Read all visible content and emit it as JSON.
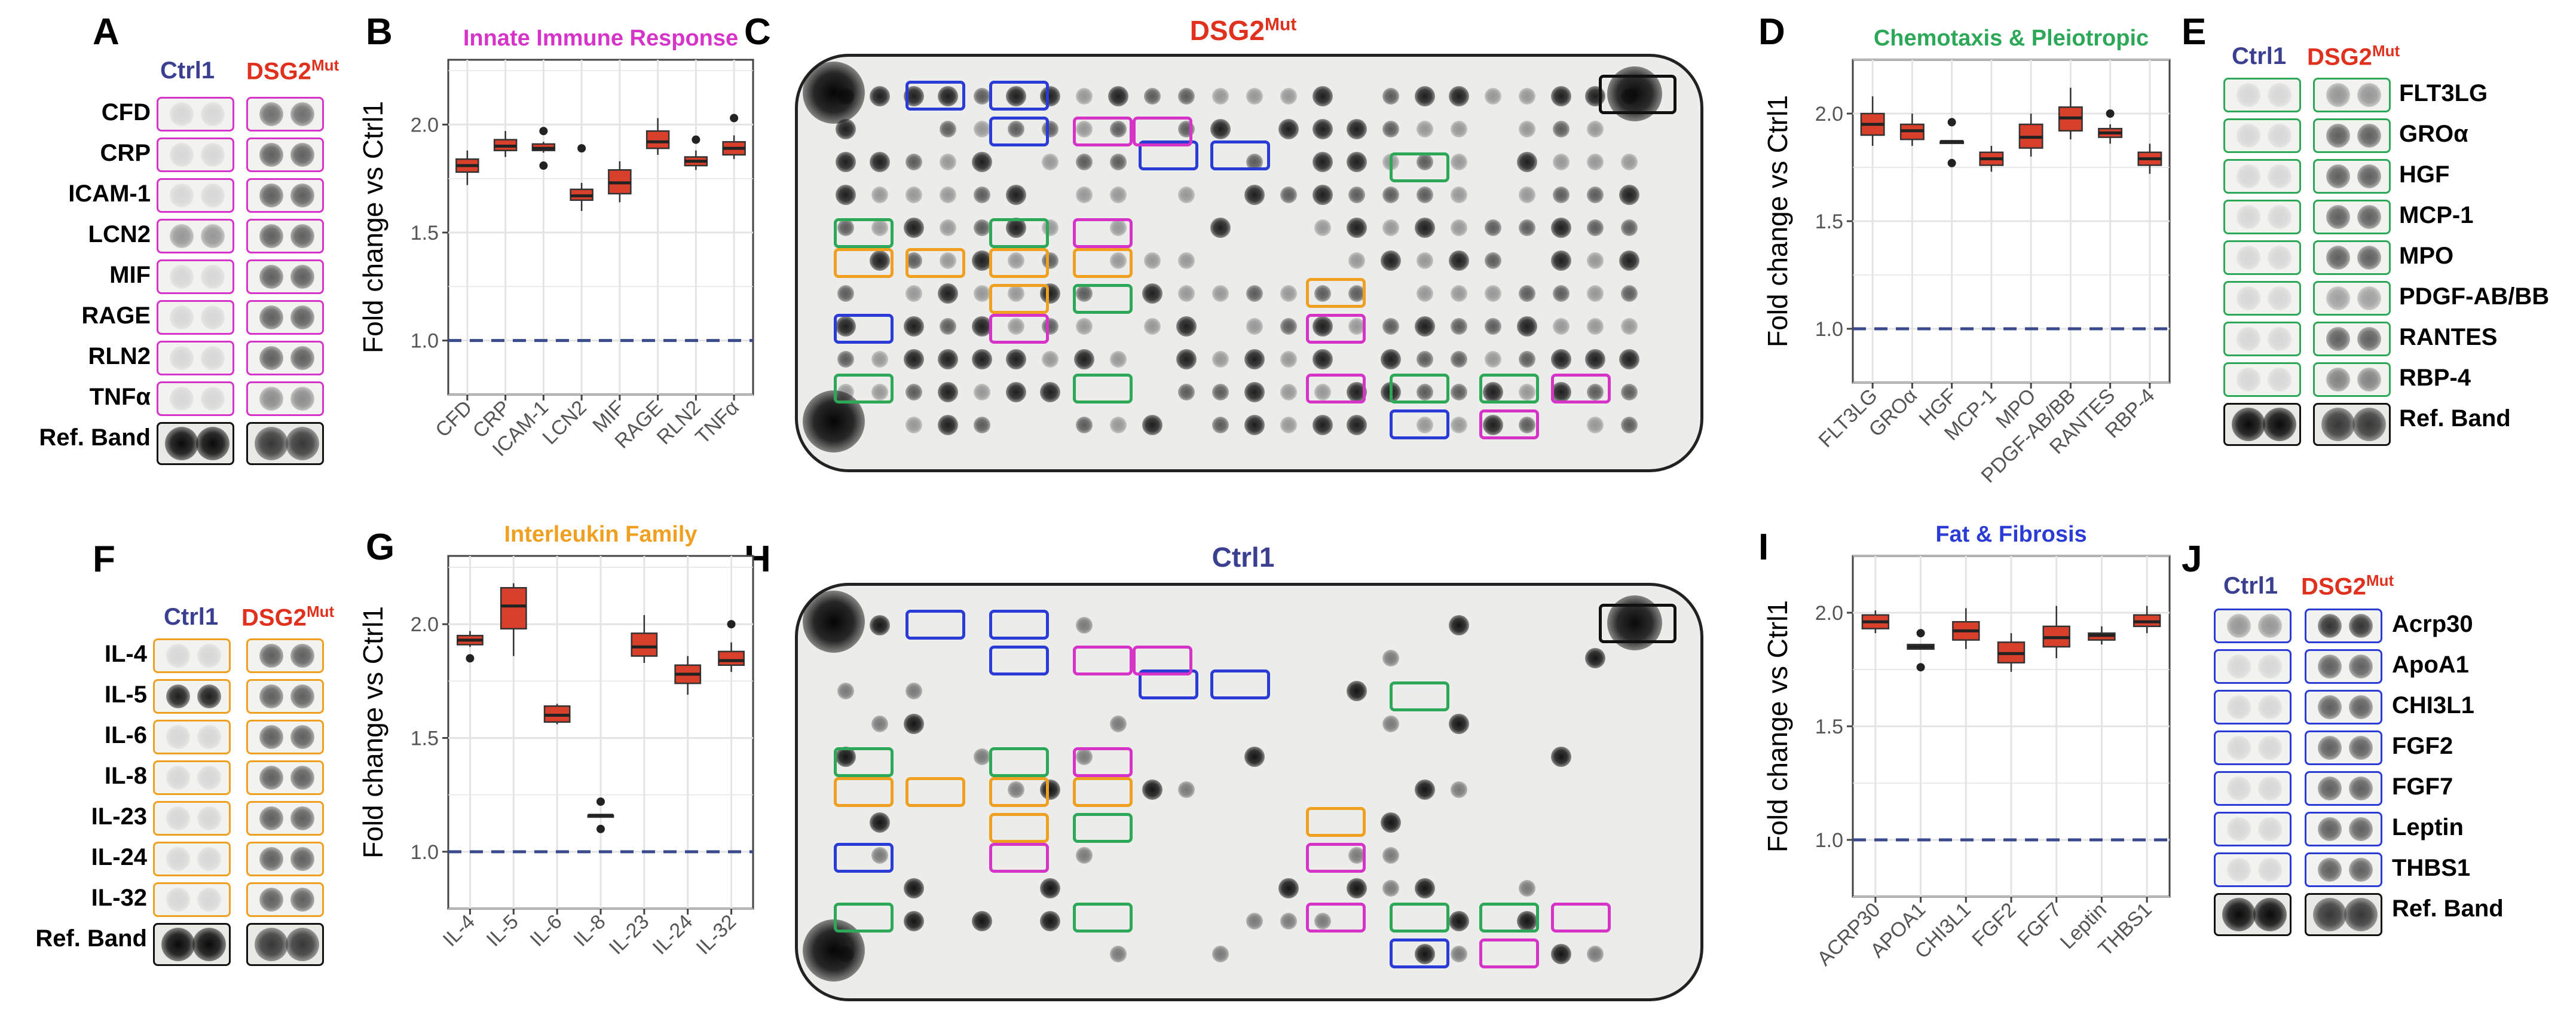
{
  "colors": {
    "ctrl": "#3b3f8f",
    "mut": "#e0301e",
    "innate": "#d633c9",
    "chemo": "#2ca858",
    "interleukin": "#f0a020",
    "fat": "#2b3bd6",
    "box_fill": "#d9402b",
    "dashed": "#3b4a8c"
  },
  "labels": {
    "ctrl": "Ctrl1",
    "mut_base": "DSG2",
    "mut_sup": "Mut",
    "ref_band": "Ref. Band"
  },
  "panels": {
    "A": {
      "letter": "A",
      "rows": [
        "CFD",
        "CRP",
        "ICAM-1",
        "LCN2",
        "MIF",
        "RAGE",
        "RLN2",
        "TNFα"
      ]
    },
    "E": {
      "letter": "E",
      "rows": [
        "FLT3LG",
        "GROα",
        "HGF",
        "MCP-1",
        "MPO",
        "PDGF-AB/BB",
        "RANTES",
        "RBP-4"
      ]
    },
    "F": {
      "letter": "F",
      "rows": [
        "IL-4",
        "IL-5",
        "IL-6",
        "IL-8",
        "IL-23",
        "IL-24",
        "IL-32"
      ]
    },
    "J": {
      "letter": "J",
      "rows": [
        "Acrp30",
        "ApoA1",
        "CHI3L1",
        "FGF2",
        "FGF7",
        "Leptin",
        "THBS1"
      ]
    },
    "C": {
      "letter": "C",
      "title_base": "DSG2",
      "title_sup": "Mut"
    },
    "H": {
      "letter": "H",
      "title": "Ctrl1"
    }
  },
  "chart_data": [
    {
      "id": "B",
      "letter": "B",
      "type": "box",
      "title": "Innate Immune Response",
      "ylabel": "Fold change vs Ctrl1",
      "ylim": [
        0.75,
        2.3
      ],
      "yticks": [
        "1.0",
        "1.5",
        "2.0"
      ],
      "reference_line": 1.0,
      "categories": [
        "CFD",
        "CRP",
        "ICAM-1",
        "LCN2",
        "MIF",
        "RAGE",
        "RLN2",
        "TNFα"
      ],
      "boxes": [
        {
          "min": 1.72,
          "q1": 1.78,
          "median": 1.81,
          "q3": 1.84,
          "max": 1.88,
          "outliers": []
        },
        {
          "min": 1.85,
          "q1": 1.88,
          "median": 1.9,
          "q3": 1.93,
          "max": 1.97,
          "outliers": []
        },
        {
          "min": 1.87,
          "q1": 1.88,
          "median": 1.89,
          "q3": 1.91,
          "max": 1.92,
          "outliers": [
            1.97,
            1.81
          ]
        },
        {
          "min": 1.6,
          "q1": 1.65,
          "median": 1.67,
          "q3": 1.7,
          "max": 1.73,
          "outliers": [
            1.89
          ]
        },
        {
          "min": 1.64,
          "q1": 1.68,
          "median": 1.73,
          "q3": 1.79,
          "max": 1.83,
          "outliers": []
        },
        {
          "min": 1.86,
          "q1": 1.89,
          "median": 1.92,
          "q3": 1.97,
          "max": 2.03,
          "outliers": []
        },
        {
          "min": 1.79,
          "q1": 1.81,
          "median": 1.83,
          "q3": 1.85,
          "max": 1.88,
          "outliers": [
            1.93
          ]
        },
        {
          "min": 1.84,
          "q1": 1.86,
          "median": 1.89,
          "q3": 1.92,
          "max": 1.95,
          "outliers": [
            2.03
          ]
        }
      ]
    },
    {
      "id": "D",
      "letter": "D",
      "type": "box",
      "title": "Chemotaxis & Pleiotropic",
      "ylabel": "Fold change vs Ctrl1",
      "ylim": [
        0.75,
        2.25
      ],
      "yticks": [
        "1.0",
        "1.5",
        "2.0"
      ],
      "reference_line": 1.0,
      "categories": [
        "FLT3LG",
        "GROα",
        "HGF",
        "MCP-1",
        "MPO",
        "PDGF-AB/BB",
        "RANTES",
        "RBP-4"
      ],
      "boxes": [
        {
          "min": 1.85,
          "q1": 1.9,
          "median": 1.95,
          "q3": 2.0,
          "max": 2.08,
          "outliers": []
        },
        {
          "min": 1.85,
          "q1": 1.88,
          "median": 1.92,
          "q3": 1.95,
          "max": 2.0,
          "outliers": []
        },
        {
          "min": 1.87,
          "q1": 1.87,
          "median": 1.87,
          "q3": 1.87,
          "max": 1.87,
          "outliers": [
            1.96,
            1.77
          ]
        },
        {
          "min": 1.73,
          "q1": 1.76,
          "median": 1.79,
          "q3": 1.82,
          "max": 1.85,
          "outliers": []
        },
        {
          "min": 1.8,
          "q1": 1.84,
          "median": 1.89,
          "q3": 1.95,
          "max": 2.0,
          "outliers": []
        },
        {
          "min": 1.88,
          "q1": 1.92,
          "median": 1.98,
          "q3": 2.03,
          "max": 2.12,
          "outliers": []
        },
        {
          "min": 1.86,
          "q1": 1.89,
          "median": 1.91,
          "q3": 1.93,
          "max": 1.95,
          "outliers": [
            2.0
          ]
        },
        {
          "min": 1.72,
          "q1": 1.76,
          "median": 1.79,
          "q3": 1.82,
          "max": 1.86,
          "outliers": []
        }
      ]
    },
    {
      "id": "G",
      "letter": "G",
      "type": "box",
      "title": "Interleukin Family",
      "ylabel": "Fold change vs Ctrl1",
      "ylim": [
        0.75,
        2.3
      ],
      "yticks": [
        "1.0",
        "1.5",
        "2.0"
      ],
      "reference_line": 1.0,
      "categories": [
        "IL-4",
        "IL-5",
        "IL-6",
        "IL-8",
        "IL-23",
        "IL-24",
        "IL-32"
      ],
      "boxes": [
        {
          "min": 1.9,
          "q1": 1.91,
          "median": 1.93,
          "q3": 1.95,
          "max": 1.97,
          "outliers": [
            1.85
          ]
        },
        {
          "min": 1.86,
          "q1": 1.98,
          "median": 2.08,
          "q3": 2.16,
          "max": 2.18,
          "outliers": []
        },
        {
          "min": 1.56,
          "q1": 1.57,
          "median": 1.6,
          "q3": 1.64,
          "max": 1.65,
          "outliers": []
        },
        {
          "min": 1.16,
          "q1": 1.16,
          "median": 1.16,
          "q3": 1.16,
          "max": 1.16,
          "outliers": [
            1.22,
            1.1
          ]
        },
        {
          "min": 1.83,
          "q1": 1.86,
          "median": 1.9,
          "q3": 1.96,
          "max": 2.04,
          "outliers": []
        },
        {
          "min": 1.69,
          "q1": 1.74,
          "median": 1.78,
          "q3": 1.82,
          "max": 1.86,
          "outliers": []
        },
        {
          "min": 1.79,
          "q1": 1.82,
          "median": 1.84,
          "q3": 1.88,
          "max": 1.92,
          "outliers": [
            2.0
          ]
        }
      ]
    },
    {
      "id": "I",
      "letter": "I",
      "type": "box",
      "title": "Fat & Fibrosis",
      "ylabel": "Fold change vs Ctrl1",
      "ylim": [
        0.75,
        2.25
      ],
      "yticks": [
        "1.0",
        "1.5",
        "2.0"
      ],
      "reference_line": 1.0,
      "categories": [
        "ACRP30",
        "APOA1",
        "CHI3L1",
        "FGF2",
        "FGF7",
        "Leptin",
        "THBS1"
      ],
      "boxes": [
        {
          "min": 1.91,
          "q1": 1.93,
          "median": 1.96,
          "q3": 1.99,
          "max": 2.01,
          "outliers": []
        },
        {
          "min": 1.84,
          "q1": 1.84,
          "median": 1.85,
          "q3": 1.86,
          "max": 1.86,
          "outliers": [
            1.91,
            1.76
          ]
        },
        {
          "min": 1.84,
          "q1": 1.88,
          "median": 1.92,
          "q3": 1.96,
          "max": 2.02,
          "outliers": []
        },
        {
          "min": 1.74,
          "q1": 1.78,
          "median": 1.82,
          "q3": 1.87,
          "max": 1.91,
          "outliers": []
        },
        {
          "min": 1.8,
          "q1": 1.85,
          "median": 1.89,
          "q3": 1.94,
          "max": 2.03,
          "outliers": []
        },
        {
          "min": 1.86,
          "q1": 1.88,
          "median": 1.9,
          "q3": 1.91,
          "max": 1.94,
          "outliers": []
        },
        {
          "min": 1.91,
          "q1": 1.94,
          "median": 1.96,
          "q3": 1.99,
          "max": 2.03,
          "outliers": []
        }
      ]
    }
  ]
}
